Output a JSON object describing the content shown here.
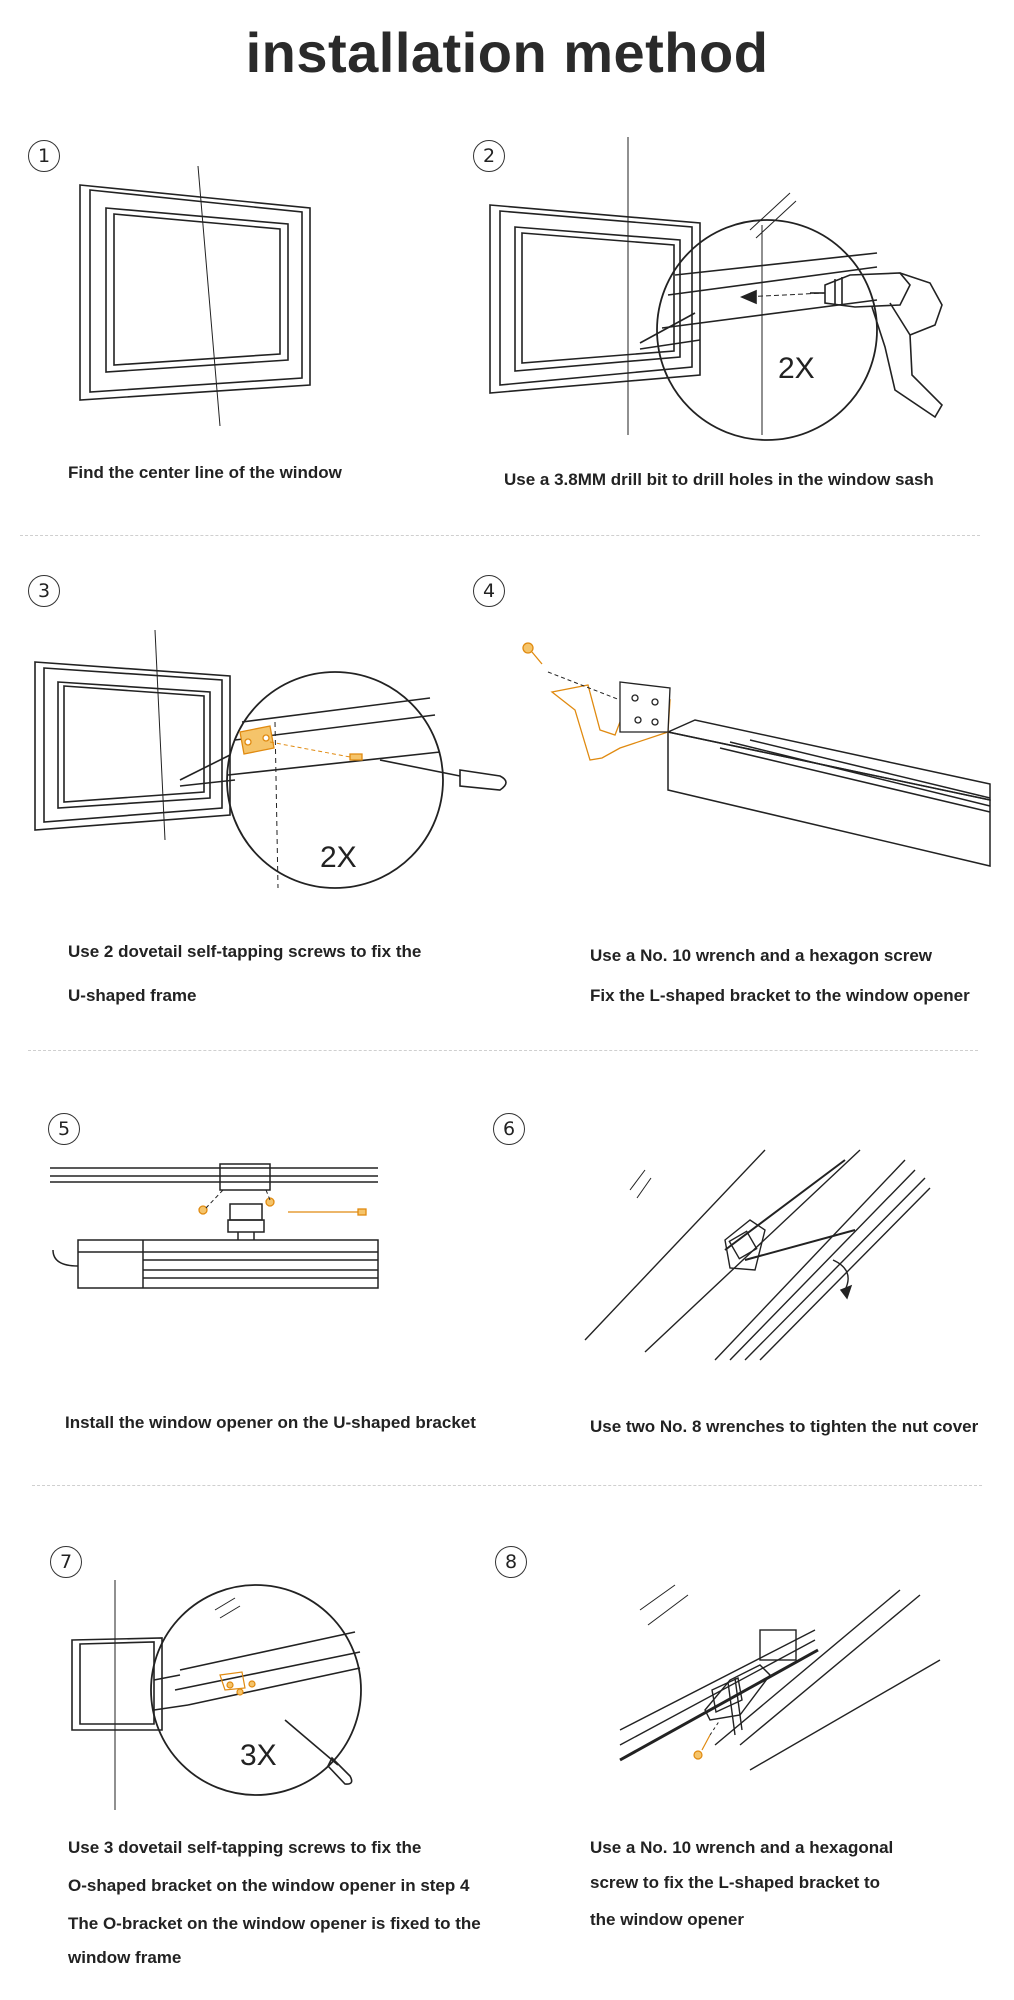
{
  "title": "installation method",
  "accent_color": "#f0a020",
  "steps": [
    {
      "number": "1",
      "caption": [
        "Find the center line of the window"
      ]
    },
    {
      "number": "2",
      "caption": [
        "Use a 3.8MM drill bit to drill holes in the window sash"
      ],
      "count": "2X"
    },
    {
      "number": "3",
      "caption": [
        "Use 2 dovetail self-tapping screws to fix the",
        "U-shaped frame"
      ],
      "count": "2X"
    },
    {
      "number": "4",
      "caption": [
        "Use a No. 10 wrench and a hexagon screw",
        "Fix the L-shaped bracket to the window opener"
      ]
    },
    {
      "number": "5",
      "caption": [
        "Install the window opener on the U-shaped bracket"
      ]
    },
    {
      "number": "6",
      "caption": [
        "Use two No. 8 wrenches to tighten the nut cover"
      ]
    },
    {
      "number": "7",
      "caption": [
        "Use 3 dovetail self-tapping screws to fix the",
        "O-shaped bracket on the window opener in step 4",
        "The O-bracket on the window opener is fixed to the",
        "window frame"
      ],
      "count": "3X"
    },
    {
      "number": "8",
      "caption": [
        "Use a No. 10 wrench and a hexagonal",
        "screw to fix the L-shaped bracket to",
        "the window opener"
      ]
    }
  ]
}
